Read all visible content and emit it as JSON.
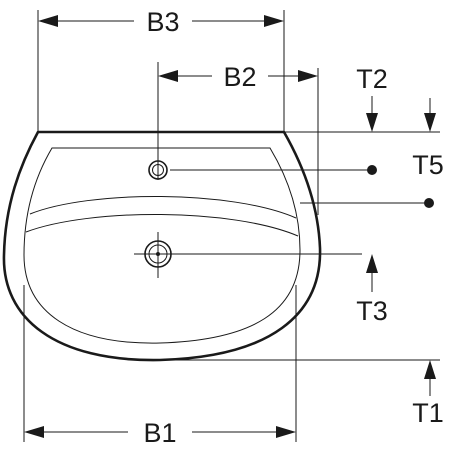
{
  "diagram": {
    "labels": {
      "b1": "B1",
      "b2": "B2",
      "b3": "B3",
      "t1": "T1",
      "t2": "T2",
      "t3": "T3",
      "t5": "T5"
    },
    "line_color": "#1a1a1a",
    "background": "#ffffff"
  }
}
